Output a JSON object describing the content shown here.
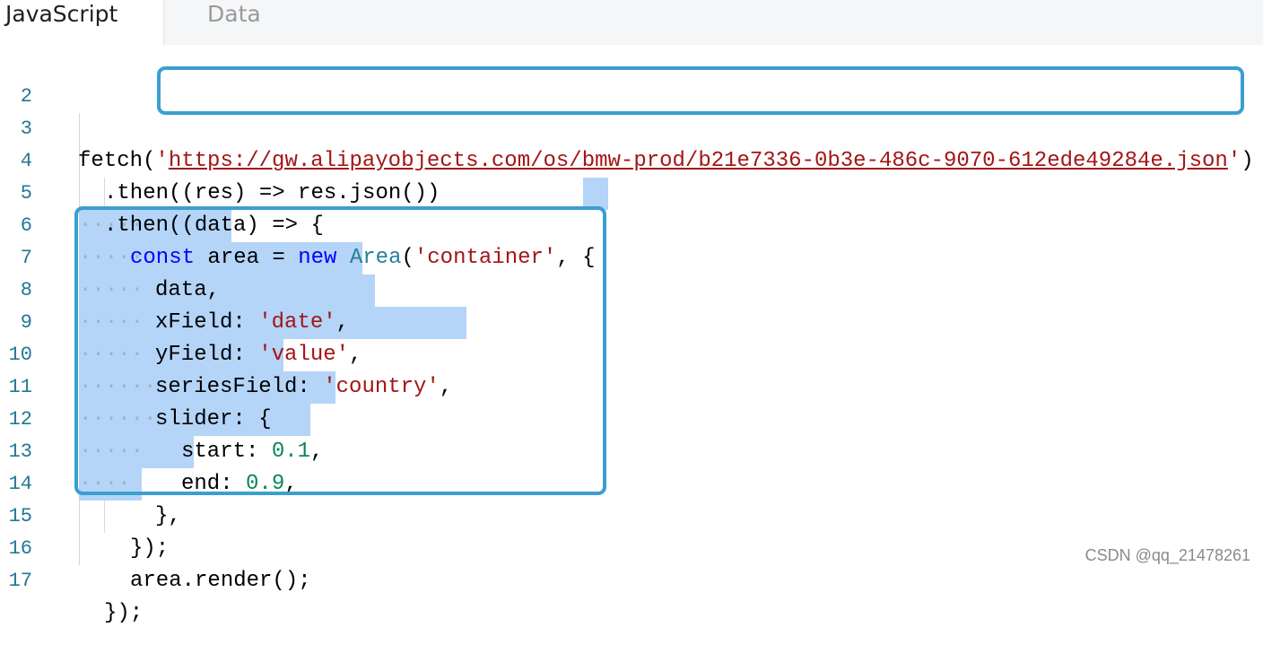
{
  "tabs": [
    {
      "label": "JavaScript",
      "active": true
    },
    {
      "label": "Data",
      "active": false
    }
  ],
  "code": {
    "lines": [
      {
        "n": "2"
      },
      {
        "n": "3",
        "fetch": "fetch(",
        "q1": "'",
        "url": "https://gw.alipayobjects.com/os/bmw-prod/b21e7336-0b3e-486c-9070-612ede49284e.json",
        "q2": "'",
        "end": ")"
      },
      {
        "n": "4",
        "text": ".then((res) => res.json())"
      },
      {
        "n": "5",
        "text": ".then((data) => {"
      },
      {
        "n": "6",
        "kw1": "const",
        "mid1": " area = ",
        "kw2": "new",
        "sp": " ",
        "cls": "Area",
        "mid2": "(",
        "str": "'container'",
        "end": ", {"
      },
      {
        "n": "7",
        "text": "data,"
      },
      {
        "n": "8",
        "key": "xField:",
        "str": "'date'",
        "end": ","
      },
      {
        "n": "9",
        "key": "yField:",
        "str": "'value'",
        "end": ","
      },
      {
        "n": "10",
        "key": "seriesField:",
        "str": "'country'",
        "end": ","
      },
      {
        "n": "11",
        "text": "slider: {"
      },
      {
        "n": "12",
        "key": "start:",
        "num": "0.1",
        "end": ","
      },
      {
        "n": "13",
        "key": "end:",
        "num": "0.9",
        "end": ","
      },
      {
        "n": "14",
        "text": "},"
      },
      {
        "n": "15",
        "text": "});"
      },
      {
        "n": "16",
        "text": "area.render();"
      },
      {
        "n": "17",
        "text": "});"
      }
    ]
  },
  "watermark": "CSDN @qq_21478261",
  "colors": {
    "keyword": "#0000ff",
    "class": "#267f99",
    "string": "#a31515",
    "number": "#098658",
    "line_number": "#237893",
    "selection": "#b4d4f8",
    "highlight_box": "#3a9fd1"
  }
}
